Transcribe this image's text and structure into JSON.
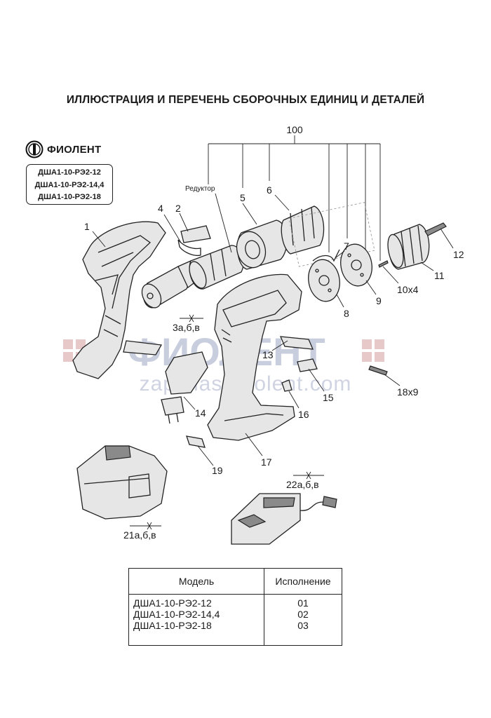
{
  "title": "ИЛЛЮСТРАЦИЯ И ПЕРЕЧЕНЬ СБОРОЧНЫХ ЕДИНИЦ И ДЕТАЛЕЙ",
  "brand": {
    "name": "ФИОЛЕНТ",
    "icon": "fiolent-logo-icon"
  },
  "models_box": [
    "ДША1-10-РЭ2-12",
    "ДША1-10-РЭ2-14,4",
    "ДША1-10-РЭ2-18"
  ],
  "callouts": {
    "c100": "100",
    "c1": "1",
    "c2": "2",
    "c3": "3а,б,в",
    "c4": "4",
    "c5": "5",
    "c6": "6",
    "c7": "7",
    "c8": "8",
    "c9": "9",
    "c10": "10х4",
    "c11": "11",
    "c12": "12",
    "c13": "13",
    "c14": "14",
    "c15": "15",
    "c16": "16",
    "c17": "17",
    "c18": "18х9",
    "c19": "19",
    "c21": "21а,б,в",
    "c22": "22а,б,в",
    "reducer": "Редуктор"
  },
  "watermark": {
    "brand": "ФИОЛЕНТ",
    "site": "zapchasti-fiolent.com"
  },
  "table": {
    "headers": {
      "model": "Модель",
      "version": "Исполнение"
    },
    "rows": [
      {
        "model": "ДША1-10-РЭ2-12",
        "version": "01"
      },
      {
        "model": "ДША1-10-РЭ2-14,4",
        "version": "02"
      },
      {
        "model": "ДША1-10-РЭ2-18",
        "version": "03"
      }
    ]
  }
}
